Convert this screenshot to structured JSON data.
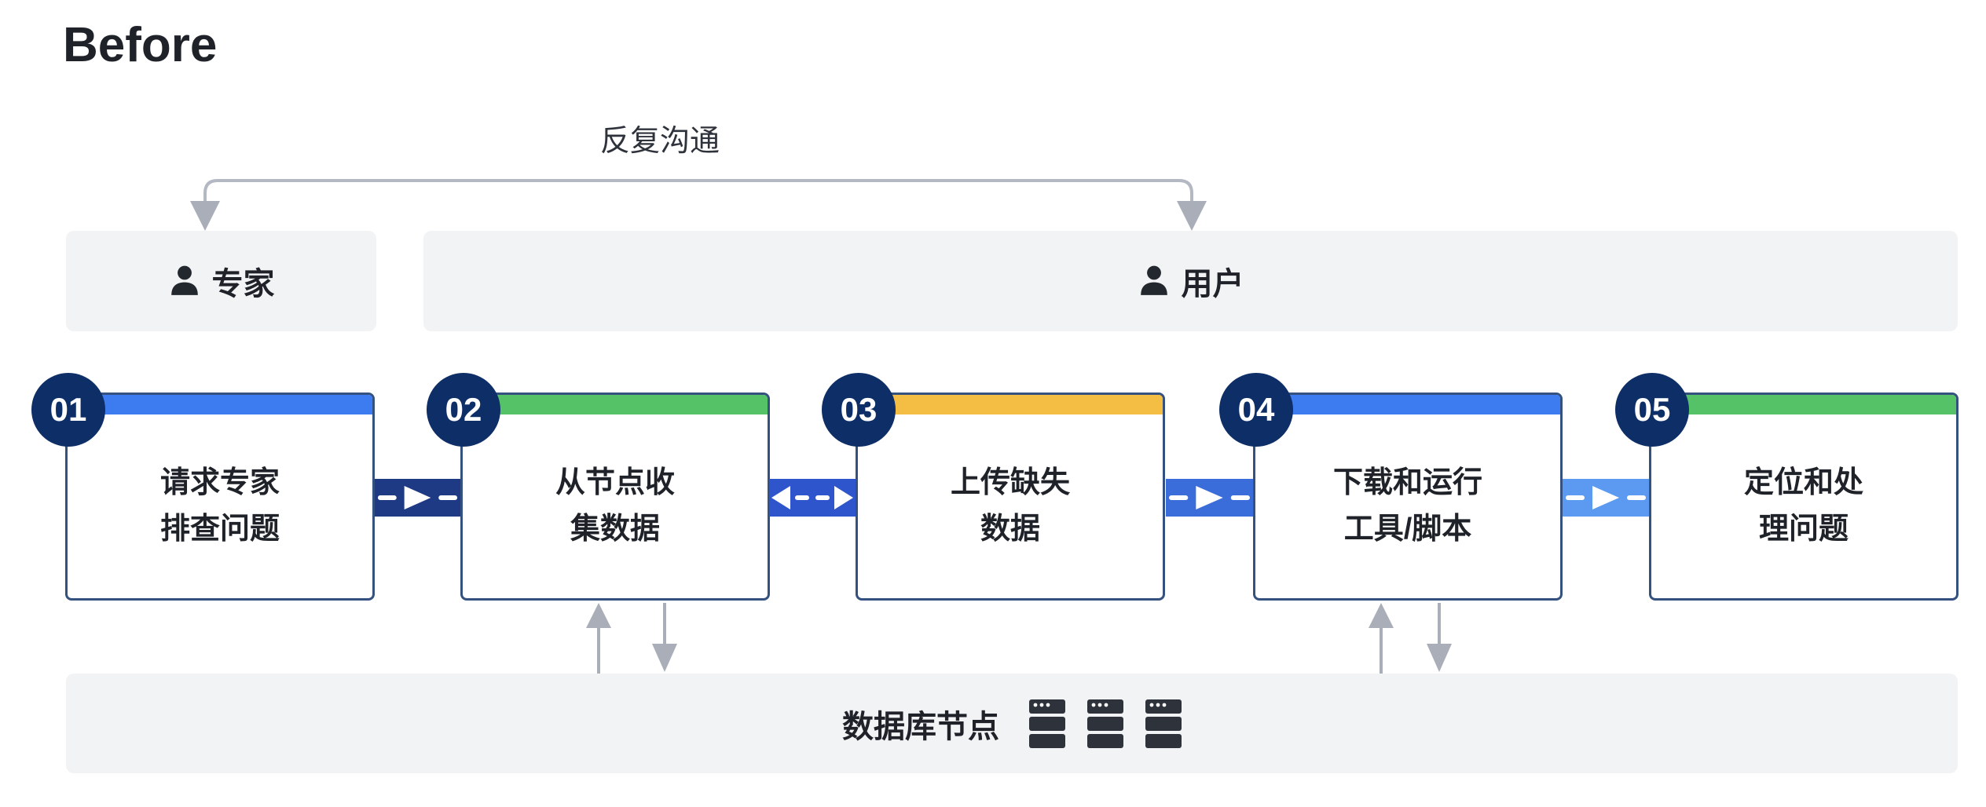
{
  "title": "Before",
  "bracket": {
    "label": "反复沟通"
  },
  "actors": {
    "expert": {
      "label": "专家",
      "icon": "person-icon"
    },
    "user": {
      "label": "用户",
      "icon": "person-icon"
    }
  },
  "steps": [
    {
      "num": "01",
      "line1": "请求专家",
      "line2": "排查问题",
      "bar_color": "#3d7cf0"
    },
    {
      "num": "02",
      "line1": "从节点收",
      "line2": "集数据",
      "bar_color": "#56c267"
    },
    {
      "num": "03",
      "line1": "上传缺失",
      "line2": "数据",
      "bar_color": "#f4bd44"
    },
    {
      "num": "04",
      "line1": "下载和运行",
      "line2": "工具/脚本",
      "bar_color": "#3d7cf0"
    },
    {
      "num": "05",
      "line1": "定位和处",
      "line2": "理问题",
      "bar_color": "#56c267"
    }
  ],
  "connectors": [
    {
      "between": "01-02",
      "direction": "right",
      "color": "#1e3a85"
    },
    {
      "between": "02-03",
      "direction": "both",
      "color": "#2e55cb"
    },
    {
      "between": "03-04",
      "direction": "right",
      "color": "#3a6cda"
    },
    {
      "between": "04-05",
      "direction": "right",
      "color": "#5b9af0"
    }
  ],
  "database": {
    "label": "数据库节点",
    "server_icon_count": 3
  },
  "colors": {
    "step_badge": "#0d2e67",
    "card_border": "#35517f",
    "box_gray": "#f2f3f5",
    "arrow_gray": "#a9aeb9",
    "text_dark": "#1f2329"
  }
}
